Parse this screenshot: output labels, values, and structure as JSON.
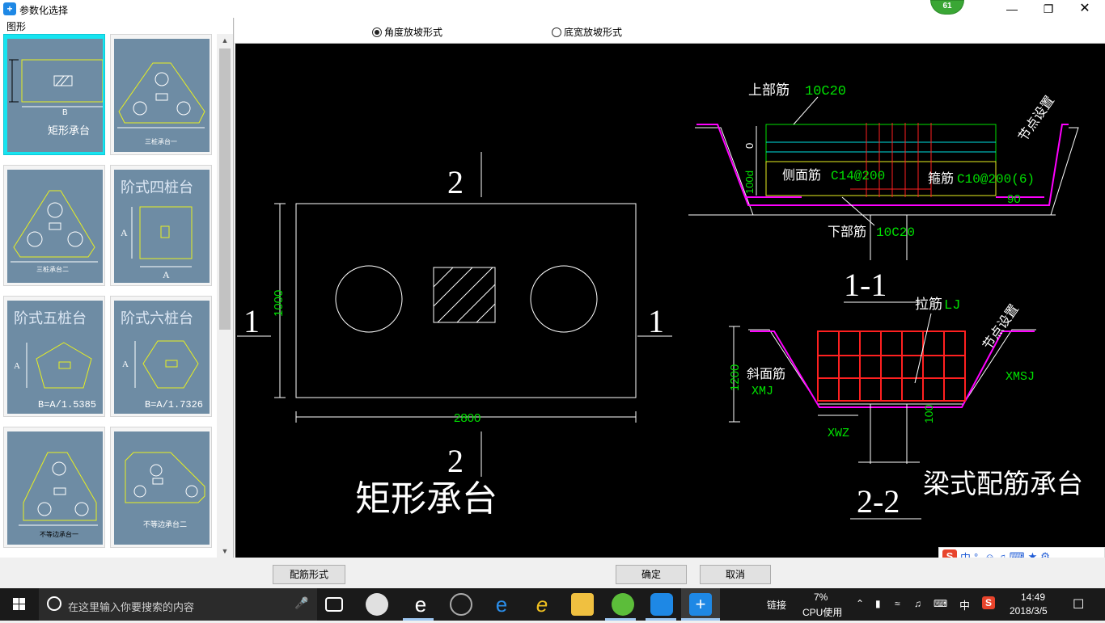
{
  "window": {
    "title": "参数化选择",
    "badge": "61"
  },
  "left_panel": {
    "label": "图形",
    "thumbnails": [
      {
        "label": "矩形承台",
        "dim": "B"
      },
      {
        "label": "三桩承台一"
      },
      {
        "label": "三桩承台二"
      },
      {
        "label": "阶式四桩台",
        "dim": "A"
      },
      {
        "label": "阶式五桩台",
        "dim": "B=A/1.5385",
        "side": "A"
      },
      {
        "label": "阶式六桩台",
        "dim": "B=A/1.7326",
        "side": "A"
      },
      {
        "label": "不等边承台一"
      },
      {
        "label": "不等边承台二"
      }
    ]
  },
  "radios": [
    {
      "label": "角度放坡形式",
      "selected": true
    },
    {
      "label": "底宽放坡形式",
      "selected": false
    }
  ],
  "drawing": {
    "section_mark_2": "2",
    "section_mark_1": "1",
    "height_dim": "1000",
    "width_dim": "2800",
    "main_title": "矩形承台",
    "top_rebar_label": "上部筋",
    "top_rebar_value": "10C20",
    "side_rebar_label": "侧面筋",
    "side_rebar_value": "C14@200",
    "stirrup_label": "箍筋",
    "stirrup_value": "C10@200(6)",
    "bottom_rebar_label": "下部筋",
    "bottom_rebar_value": "10C20",
    "node_setting": "节点设置",
    "angle": "90",
    "dim_0": "0",
    "dim_100d": "100d",
    "section_1_1": "1-1",
    "tie_label": "拉筋",
    "tie_value": "LJ",
    "slope_label": "斜面筋",
    "xmj": "XMJ",
    "xmsj": "XMSJ",
    "xwz": "XWZ",
    "dim_1200": "1200",
    "dim_100": "100",
    "section_2_2": "2-2",
    "beam_title": "梁式配筋承台"
  },
  "buttons": {
    "rebar_form": "配筋形式",
    "ok": "确定",
    "cancel": "取消"
  },
  "taskbar": {
    "search_placeholder": "在这里输入你要搜索的内容",
    "link_label": "链接",
    "cpu_percent": "7%",
    "cpu_label": "CPU使用",
    "ime": "中",
    "time": "14:49",
    "date": "2018/3/5"
  },
  "ime_bar": {
    "lang": "中"
  },
  "colors": {
    "canvas_bg": "#000000",
    "thumb_bg": "#6e8ca4",
    "selected": "#17e4f0",
    "rebar_green": "#00e000",
    "rebar_red": "#ff2020",
    "magenta": "#ff00ff"
  }
}
